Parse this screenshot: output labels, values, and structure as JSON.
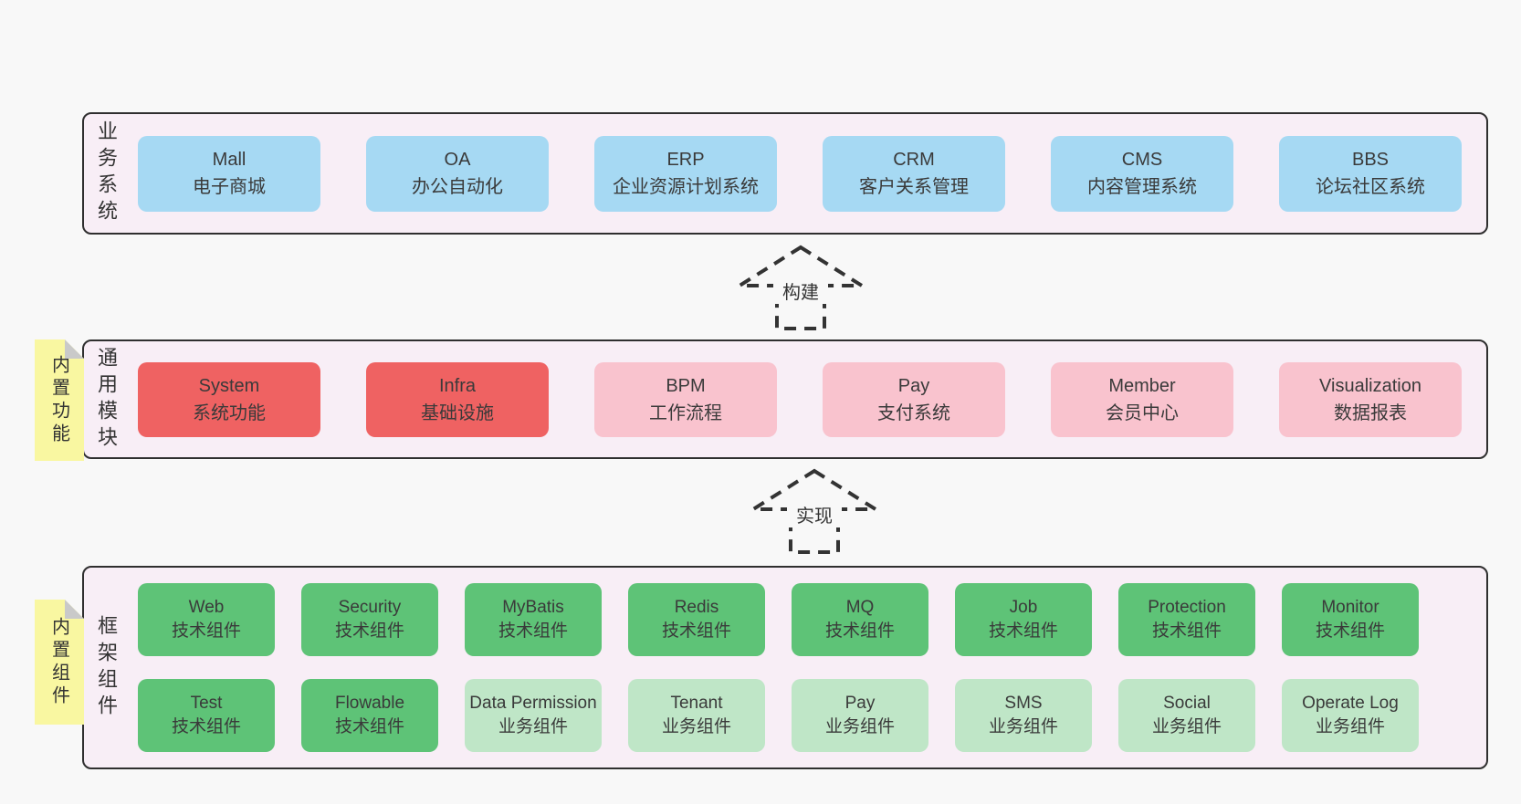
{
  "colors": {
    "page": "#f8f8f8",
    "panel": "#f8eef6",
    "border": "#2f2f2f",
    "text": "#3a3a3a",
    "blue": "#a6d9f3",
    "red": "#ef6262",
    "pink": "#f9c3ce",
    "green": "#5ec377",
    "lightgreen": "#bfe6c7",
    "tab": "#f9f7a1",
    "fold": "#c9c9c9",
    "arrow": "#333333"
  },
  "sections": [
    {
      "id": "business",
      "label": "业务系统",
      "rows": [
        [
          {
            "en": "Mall",
            "zh": "电子商城",
            "color": "blue"
          },
          {
            "en": "OA",
            "zh": "办公自动化",
            "color": "blue"
          },
          {
            "en": "ERP",
            "zh": "企业资源计划系统",
            "color": "blue"
          },
          {
            "en": "CRM",
            "zh": "客户关系管理",
            "color": "blue"
          },
          {
            "en": "CMS",
            "zh": "内容管理系统",
            "color": "blue"
          },
          {
            "en": "BBS",
            "zh": "论坛社区系统",
            "color": "blue"
          }
        ]
      ]
    },
    {
      "id": "modules",
      "label": "通用模块",
      "tab": "内置功能",
      "rows": [
        [
          {
            "en": "System",
            "zh": "系统功能",
            "color": "red"
          },
          {
            "en": "Infra",
            "zh": "基础设施",
            "color": "red"
          },
          {
            "en": "BPM",
            "zh": "工作流程",
            "color": "pink"
          },
          {
            "en": "Pay",
            "zh": "支付系统",
            "color": "pink"
          },
          {
            "en": "Member",
            "zh": "会员中心",
            "color": "pink"
          },
          {
            "en": "Visualization",
            "zh": "数据报表",
            "color": "pink"
          }
        ]
      ]
    },
    {
      "id": "framework",
      "label": "框架组件",
      "tab": "内置组件",
      "rows": [
        [
          {
            "en": "Web",
            "zh": "技术组件",
            "color": "green"
          },
          {
            "en": "Security",
            "zh": "技术组件",
            "color": "green"
          },
          {
            "en": "MyBatis",
            "zh": "技术组件",
            "color": "green"
          },
          {
            "en": "Redis",
            "zh": "技术组件",
            "color": "green"
          },
          {
            "en": "MQ",
            "zh": "技术组件",
            "color": "green"
          },
          {
            "en": "Job",
            "zh": "技术组件",
            "color": "green"
          },
          {
            "en": "Protection",
            "zh": "技术组件",
            "color": "green"
          },
          {
            "en": "Monitor",
            "zh": "技术组件",
            "color": "green"
          }
        ],
        [
          {
            "en": "Test",
            "zh": "技术组件",
            "color": "green"
          },
          {
            "en": "Flowable",
            "zh": "技术组件",
            "color": "green"
          },
          {
            "en": "Data Permission",
            "zh": "业务组件",
            "color": "lightgreen"
          },
          {
            "en": "Tenant",
            "zh": "业务组件",
            "color": "lightgreen"
          },
          {
            "en": "Pay",
            "zh": "业务组件",
            "color": "lightgreen"
          },
          {
            "en": "SMS",
            "zh": "业务组件",
            "color": "lightgreen"
          },
          {
            "en": "Social",
            "zh": "业务组件",
            "color": "lightgreen"
          },
          {
            "en": "Operate Log",
            "zh": "业务组件",
            "color": "lightgreen"
          }
        ]
      ]
    }
  ],
  "arrows": [
    {
      "label": "构建"
    },
    {
      "label": "实现"
    }
  ]
}
